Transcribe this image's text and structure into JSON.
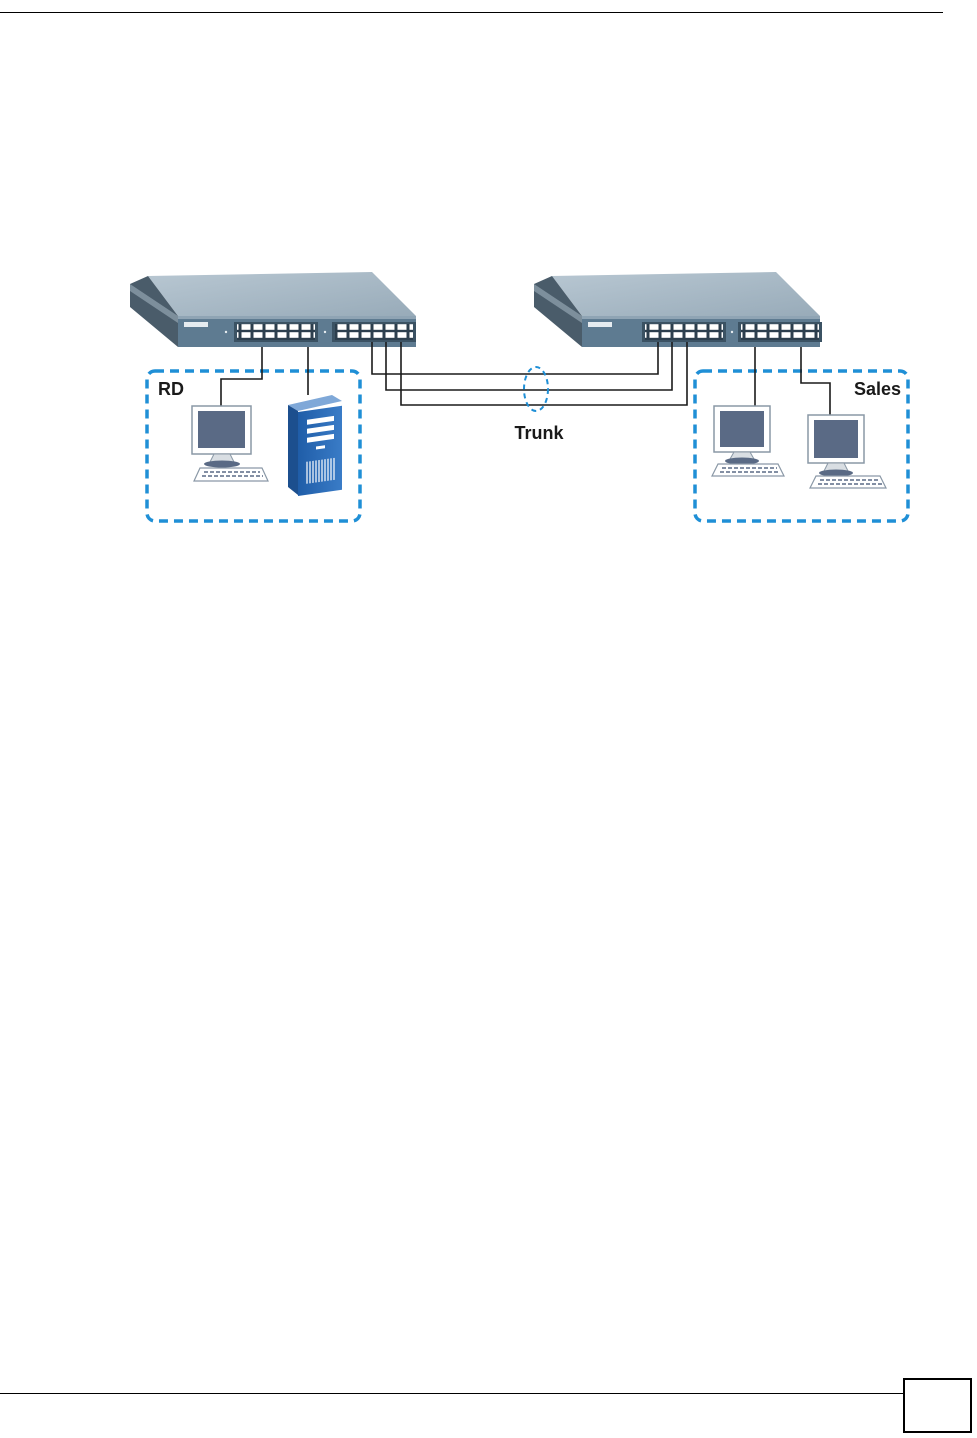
{
  "diagram": {
    "groups": [
      {
        "label": "RD",
        "devices": [
          "workstation",
          "tower-server"
        ]
      },
      {
        "label": "Sales",
        "devices": [
          "workstation",
          "workstation"
        ]
      }
    ],
    "link_label": "Trunk",
    "colors": {
      "group_border": "#1f8fd6",
      "switch_top": "#a7b8c5",
      "switch_front": "#5e7b91",
      "port_panel": "#3b5263",
      "cable": "#1a1a1a",
      "monitor_screen": "#5a6a85",
      "server_blue": "#2c63a6"
    }
  },
  "page_number": ""
}
